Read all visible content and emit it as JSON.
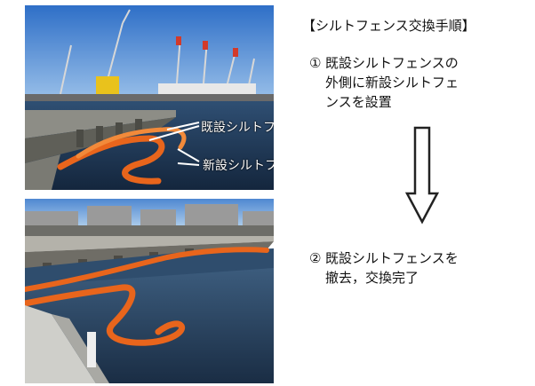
{
  "photos": {
    "top": {
      "callout_existing": "既設シルトフェンス",
      "callout_new": "新設シルトフェンス"
    },
    "bottom": {}
  },
  "procedure": {
    "heading": "【シルトフェンス交換手順】",
    "steps": [
      {
        "number": "①",
        "lines": [
          "既設シルトフェンスの",
          "外側に新設シルトフェ",
          "ンスを設置"
        ]
      },
      {
        "number": "②",
        "lines": [
          "既設シルトフェンスを",
          "撤去，交換完了"
        ]
      }
    ],
    "arrow_icon": "down-arrow-icon"
  },
  "colors": {
    "fence_orange": "#e8651c",
    "water_blue": "#1d3a5c",
    "sky_blue": "#3d7fd0",
    "text": "#111111",
    "callout_text": "#ffffff"
  }
}
